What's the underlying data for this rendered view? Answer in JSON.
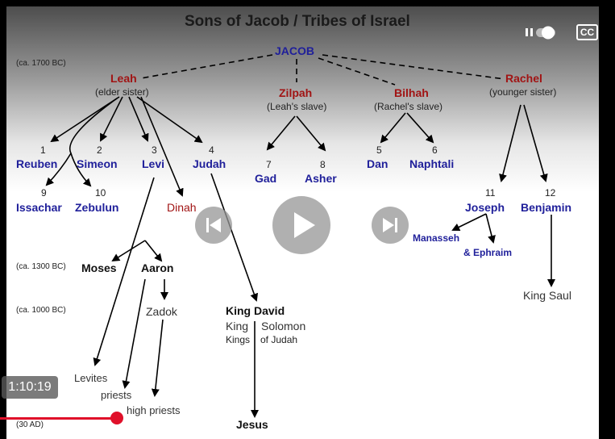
{
  "slide": {
    "title": "Sons of Jacob / Tribes of Israel",
    "dates": {
      "d1": "(ca. 1700 BC)",
      "d2": "(ca. 1300 BC)",
      "d3": "(ca. 1000 BC)",
      "d4": "(30 AD)"
    },
    "jacob": "JACOB",
    "wives": {
      "leah": {
        "name": "Leah",
        "note": "(elder sister)"
      },
      "zilpah": {
        "name": "Zilpah",
        "note": "(Leah's slave)"
      },
      "bilhah": {
        "name": "Bilhah",
        "note": "(Rachel's slave)"
      },
      "rachel": {
        "name": "Rachel",
        "note": "(younger sister)"
      }
    },
    "sons": {
      "reuben": {
        "num": "1",
        "name": "Reuben"
      },
      "simeon": {
        "num": "2",
        "name": "Simeon"
      },
      "levi": {
        "num": "3",
        "name": "Levi"
      },
      "judah": {
        "num": "4",
        "name": "Judah"
      },
      "dan": {
        "num": "5",
        "name": "Dan"
      },
      "naphtali": {
        "num": "6",
        "name": "Naphtali"
      },
      "gad": {
        "num": "7",
        "name": "Gad"
      },
      "asher": {
        "num": "8",
        "name": "Asher"
      },
      "issachar": {
        "num": "9",
        "name": "Issachar"
      },
      "zebulun": {
        "num": "10",
        "name": "Zebulun"
      },
      "joseph": {
        "num": "11",
        "name": "Joseph"
      },
      "benjamin": {
        "num": "12",
        "name": "Benjamin"
      }
    },
    "dinah": "Dinah",
    "manasseh": "Manasseh",
    "ephraim": "& Ephraim",
    "moses": "Moses",
    "aaron": "Aaron",
    "zadok": "Zadok",
    "king_david": "King David",
    "king": "King",
    "solomon": "Solomon",
    "kings": "Kings",
    "of_judah": "of Judah",
    "king_saul": "King Saul",
    "levites": "Levites",
    "priests": "priests",
    "high_priests": "high priests",
    "jesus": "Jesus"
  },
  "player": {
    "timestamp": "1:10:19",
    "cc_label": "CC",
    "progress_fraction": 0.19,
    "accent_color": "#e0102a"
  }
}
